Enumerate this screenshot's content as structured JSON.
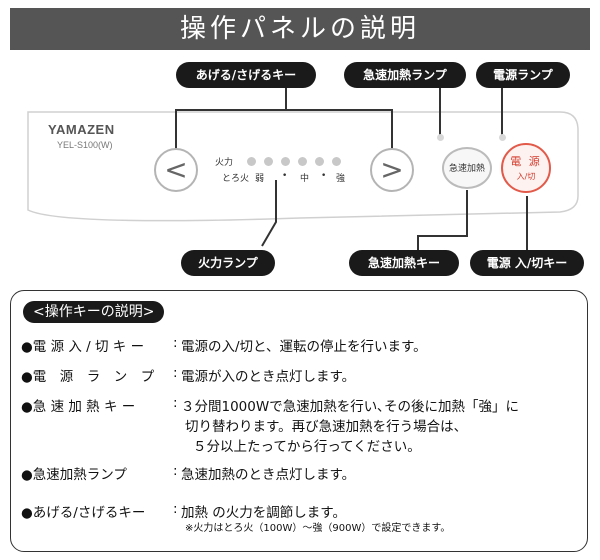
{
  "title": "操作パネルの説明",
  "labels": {
    "up_down_keys": "あげる/さげるキー",
    "quick_heat_lamp": "急速加熱ランプ",
    "power_lamp": "電源ランプ",
    "heat_lamp": "火力ランプ",
    "quick_heat_key": "急速加熱キー",
    "power_key": "電源 入/切キー"
  },
  "panel": {
    "brand": "YAMAZEN",
    "model": "YEL-S100(W)",
    "left_arrow": "<",
    "right_arrow": ">",
    "heat_label": "火力",
    "scale": [
      "とろ火",
      "弱",
      "•",
      "中",
      "•",
      "強"
    ],
    "quick_button": "急速加熱",
    "power_button_top": "電 源",
    "power_button_bottom": "入/切"
  },
  "description": {
    "heading": "<操作キーの説明>",
    "rows": [
      {
        "key": "●電 源 入 / 切 キ ー",
        "sep": ":",
        "text": "電源の入/切と、運転の停止を行います。"
      },
      {
        "key": "●電　源　ラ　ン　プ",
        "sep": ":",
        "text": "電源が入のとき点灯します。"
      },
      {
        "key": "●急 速 加 熱 キ ー",
        "sep": ":",
        "text": "３分間1000Wで急速加熱を行い､その後に加熱「強」に",
        "text_line2": "切り替わります。再び急速加熱を行う場合は、",
        "text_line3": "５分以上たってから行ってください。"
      },
      {
        "key": "●急速加熱ランプ",
        "sep": ":",
        "text": "急速加熱のとき点灯します。"
      },
      {
        "key": "●あげる/さげるキー",
        "sep": ":",
        "text": "加熱 の火力を調節します。",
        "note": "※火力はとろ火（100W）～強（900W）で設定できます。"
      }
    ]
  }
}
